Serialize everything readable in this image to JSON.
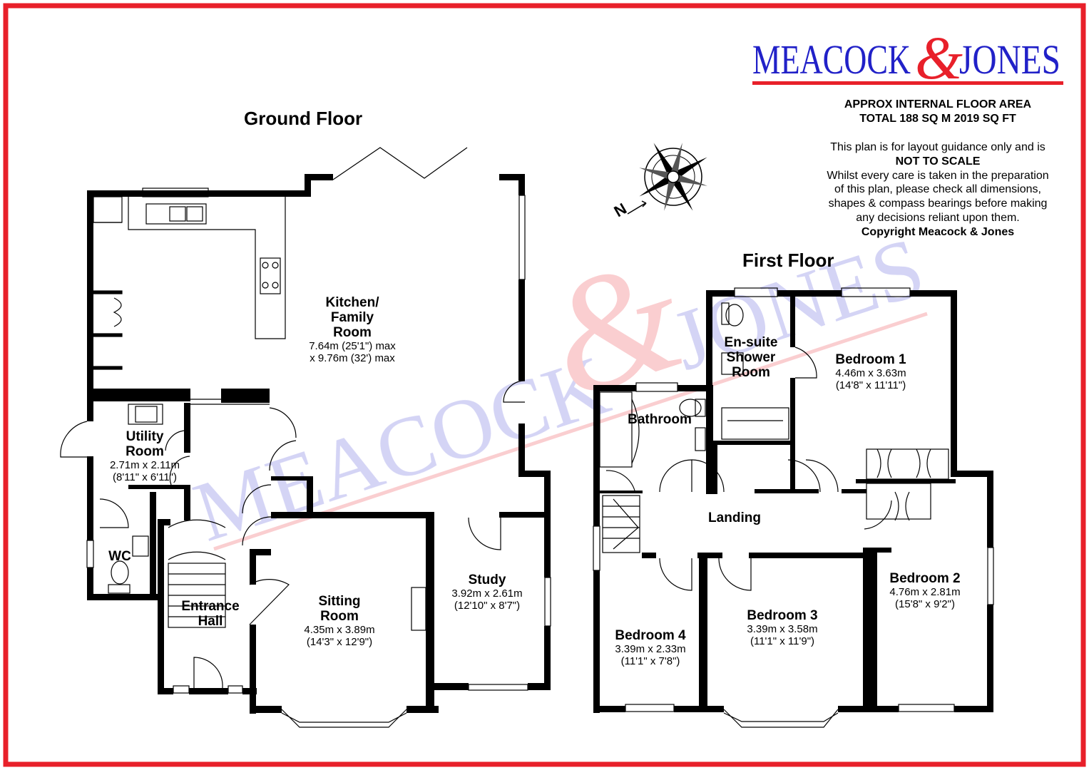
{
  "brand": {
    "name_left": "MEACOCK",
    "ampersand": "&",
    "name_right": "JONES",
    "primary_color": "#2121c8",
    "accent_color": "#e8202a"
  },
  "info": {
    "area_heading": "APPROX INTERNAL FLOOR AREA",
    "area_total": "TOTAL 188 SQ M 2019 SQ FT",
    "disclaimer_1": "This plan is for layout guidance only and is",
    "disclaimer_2": "NOT TO SCALE",
    "disclaimer_3": "Whilst every care is taken in the preparation",
    "disclaimer_4": "of this plan, please check all dimensions,",
    "disclaimer_5": "shapes & compass bearings before making",
    "disclaimer_6": "any decisions reliant upon them.",
    "copyright": "Copyright Meacock & Jones"
  },
  "compass": {
    "north_label": "N",
    "icon": "compass-rose-icon"
  },
  "ground_floor": {
    "title": "Ground Floor",
    "rooms": [
      {
        "name_lines": [
          "Kitchen/",
          "Family",
          "Room"
        ],
        "dims_metric": "7.64m (25'1\") max",
        "dims_imperial": "x 9.76m (32') max"
      },
      {
        "name_lines": [
          "Utility",
          "Room"
        ],
        "dims_metric": "2.71m x 2.11m",
        "dims_imperial": "(8'11\" x 6'11\")"
      },
      {
        "name_lines": [
          "WC"
        ],
        "dims_metric": "",
        "dims_imperial": ""
      },
      {
        "name_lines": [
          "Entrance",
          "Hall"
        ],
        "dims_metric": "",
        "dims_imperial": ""
      },
      {
        "name_lines": [
          "Sitting",
          "Room"
        ],
        "dims_metric": "4.35m x 3.89m",
        "dims_imperial": "(14'3\" x 12'9\")"
      },
      {
        "name_lines": [
          "Study"
        ],
        "dims_metric": "3.92m x 2.61m",
        "dims_imperial": "(12'10\" x 8'7\")"
      }
    ]
  },
  "first_floor": {
    "title": "First Floor",
    "rooms": [
      {
        "name_lines": [
          "En-suite",
          "Shower",
          "Room"
        ],
        "dims_metric": "",
        "dims_imperial": ""
      },
      {
        "name_lines": [
          "Bedroom 1"
        ],
        "dims_metric": "4.46m x 3.63m",
        "dims_imperial": "(14'8\" x 11'11\")"
      },
      {
        "name_lines": [
          "Bathroom"
        ],
        "dims_metric": "",
        "dims_imperial": ""
      },
      {
        "name_lines": [
          "Landing"
        ],
        "dims_metric": "",
        "dims_imperial": ""
      },
      {
        "name_lines": [
          "Bedroom 2"
        ],
        "dims_metric": "4.76m x 2.81m",
        "dims_imperial": "(15'8\" x 9'2\")"
      },
      {
        "name_lines": [
          "Bedroom 3"
        ],
        "dims_metric": "3.39m x 3.58m",
        "dims_imperial": "(11'1\" x 11'9\")"
      },
      {
        "name_lines": [
          "Bedroom 4"
        ],
        "dims_metric": "3.39m x 2.33m",
        "dims_imperial": "(11'1\" x 7'8\")"
      }
    ]
  },
  "watermark": {
    "text_left": "MEACOCK",
    "ampersand": "&",
    "text_right": "JONES"
  }
}
